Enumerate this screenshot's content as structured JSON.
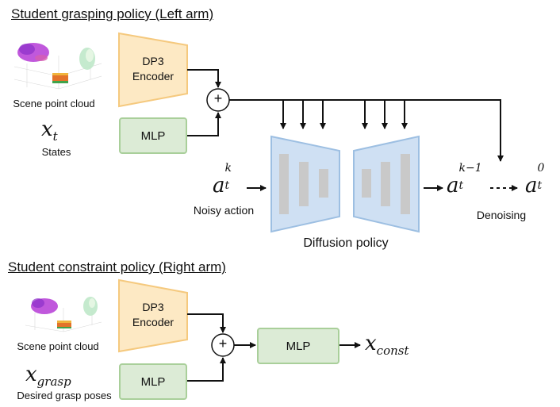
{
  "colors": {
    "encoder_fill": "#fde9c4",
    "encoder_stroke": "#f5c97e",
    "mlp_fill": "#dcebd6",
    "mlp_stroke": "#a9cf9a",
    "unet_fill": "#cfe0f3",
    "unet_stroke": "#9dbfe2",
    "unet_bar": "#c9c9c9"
  },
  "top": {
    "title": "Student grasping policy (Left arm)",
    "point_cloud_label": "Scene point cloud",
    "state_symbol": "x",
    "state_subscript": "t",
    "state_label": "States",
    "encoder_line1": "DP3",
    "encoder_line2": "Encoder",
    "mlp_label": "MLP",
    "plus": "+",
    "noisy_main": "a",
    "noisy_sub": "t",
    "noisy_sup": "k",
    "noisy_label": "Noisy action",
    "out_main": "a",
    "out_sub": "t",
    "out_sup": "k−1",
    "final_main": "a",
    "final_sub": "t",
    "final_sup": "0",
    "denoising_label": "Denoising",
    "diffusion_label": "Diffusion policy"
  },
  "bottom": {
    "title": "Student constraint policy (Right arm)",
    "point_cloud_label": "Scene point cloud",
    "grasp_symbol": "x",
    "grasp_subscript": "grasp",
    "grasp_label": "Desired grasp poses",
    "encoder_line1": "DP3",
    "encoder_line2": "Encoder",
    "mlp_label": "MLP",
    "plus": "+",
    "mlp2_label": "MLP",
    "out_symbol": "x",
    "out_subscript": "const"
  }
}
